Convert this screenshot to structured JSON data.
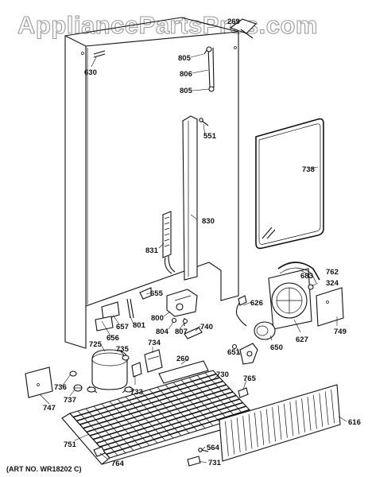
{
  "watermark": "AppliancePartsPros.com",
  "art_number": "(ART NO. WR18202 C)",
  "part_labels": {
    "p269": "269",
    "p630": "630",
    "p805a": "805",
    "p806": "806",
    "p805b": "805",
    "p551": "551",
    "p738": "738",
    "p830": "830",
    "p831": "831",
    "p655": "655",
    "p683": "683",
    "p762": "762",
    "p324": "324",
    "p626": "626",
    "p657": "657",
    "p801": "801",
    "p800": "800",
    "p804": "804",
    "p807": "807",
    "p740": "740",
    "p656": "656",
    "p627": "627",
    "p749": "749",
    "p725": "725",
    "p735": "735",
    "p734": "734",
    "p650": "650",
    "p651": "651",
    "p260": "260",
    "p730": "730",
    "p736": "736",
    "p733": "733",
    "p765": "765",
    "p747": "747",
    "p737": "737",
    "p616": "616",
    "p751": "751",
    "p564": "564",
    "p731": "731",
    "p764": "764"
  }
}
